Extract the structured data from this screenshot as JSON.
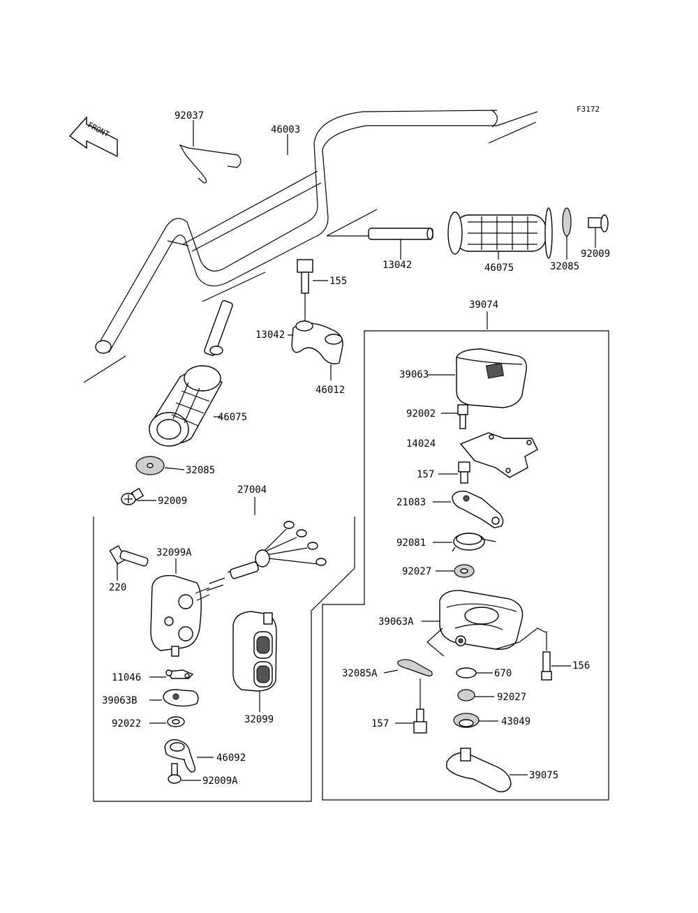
{
  "figure_code": "F3172",
  "front_label": "FRONT",
  "labels": {
    "p92037": "92037",
    "p46003": "46003",
    "p13042_top": "13042",
    "p46075_top": "46075",
    "p32085_top": "32085",
    "p92009_top": "92009",
    "p155": "155",
    "p13042_left": "13042",
    "p46012": "46012",
    "p39074": "39074",
    "p46075_left": "46075",
    "p32085_left": "32085",
    "p92009_left": "92009",
    "p27004": "27004",
    "p32099A": "32099A",
    "p220": "220",
    "p11046": "11046",
    "p39063B": "39063B",
    "p92022": "92022",
    "p46092": "46092",
    "p92009A": "92009A",
    "p32099": "32099",
    "p39063": "39063",
    "p92002": "92002",
    "p14024": "14024",
    "p157_top": "157",
    "p21083": "21083",
    "p92081": "92081",
    "p92027_top": "92027",
    "p39063A": "39063A",
    "p156": "156",
    "p32085A": "32085A",
    "p670": "670",
    "p92027_bot": "92027",
    "p157_bot": "157",
    "p43049": "43049",
    "p39075": "39075"
  }
}
